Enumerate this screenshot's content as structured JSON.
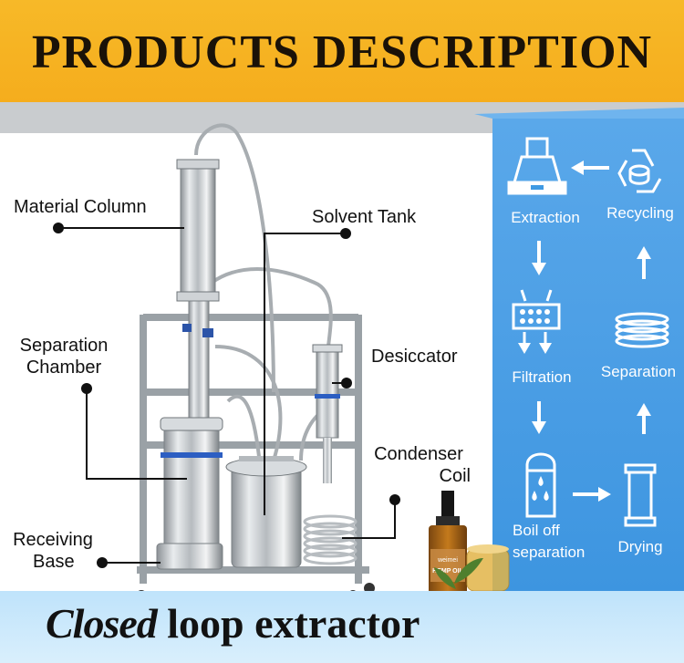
{
  "header": {
    "title": "PRODUCTS DESCRIPTION"
  },
  "labels": {
    "material_column": "Material Column",
    "solvent_tank": "Solvent Tank",
    "separation_chamber_1": "Separation",
    "separation_chamber_2": "Chamber",
    "desiccator": "Desiccator",
    "condenser_coil_1": "Condenser",
    "condenser_coil_2": "Coil",
    "receiving_base_1": "Receiving",
    "receiving_base_2": "Base"
  },
  "process": {
    "extraction": "Extraction",
    "recycling": "Recycling",
    "filtration": "Filtration",
    "separation": "Separation",
    "boil_off_1": "Boil off",
    "boil_off_2": "separation",
    "drying": "Drying"
  },
  "product": {
    "brand": "weimei",
    "name": "HEMP OIL"
  },
  "footer": {
    "title_italic": "Closed",
    "title_rest": " loop extractor"
  },
  "colors": {
    "header": "#f7b928",
    "panel": "#3f9ae3",
    "footer": "#cdeafc"
  }
}
